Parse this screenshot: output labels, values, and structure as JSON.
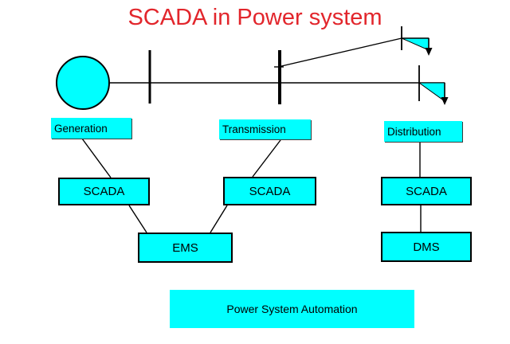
{
  "title": {
    "text": "SCADA in Power system",
    "color": "#e2262c"
  },
  "section_labels": {
    "generation": "Generation",
    "transmission": "Transmission",
    "distribution": "Distribution"
  },
  "boxes": {
    "scada_generation": "SCADA",
    "scada_transmission": "SCADA",
    "scada_distribution": "SCADA",
    "ems": "EMS",
    "dms": "DMS",
    "automation": "Power System Automation"
  },
  "colors": {
    "node_fill": "#00ffff",
    "line": "#000000",
    "title": "#e2262c"
  },
  "connections": [
    "Generation label → SCADA (generation)",
    "Transmission label → SCADA (transmission)",
    "Distribution label → SCADA (distribution)",
    "SCADA (generation) → EMS",
    "SCADA (transmission) → EMS",
    "SCADA (distribution) → DMS"
  ]
}
